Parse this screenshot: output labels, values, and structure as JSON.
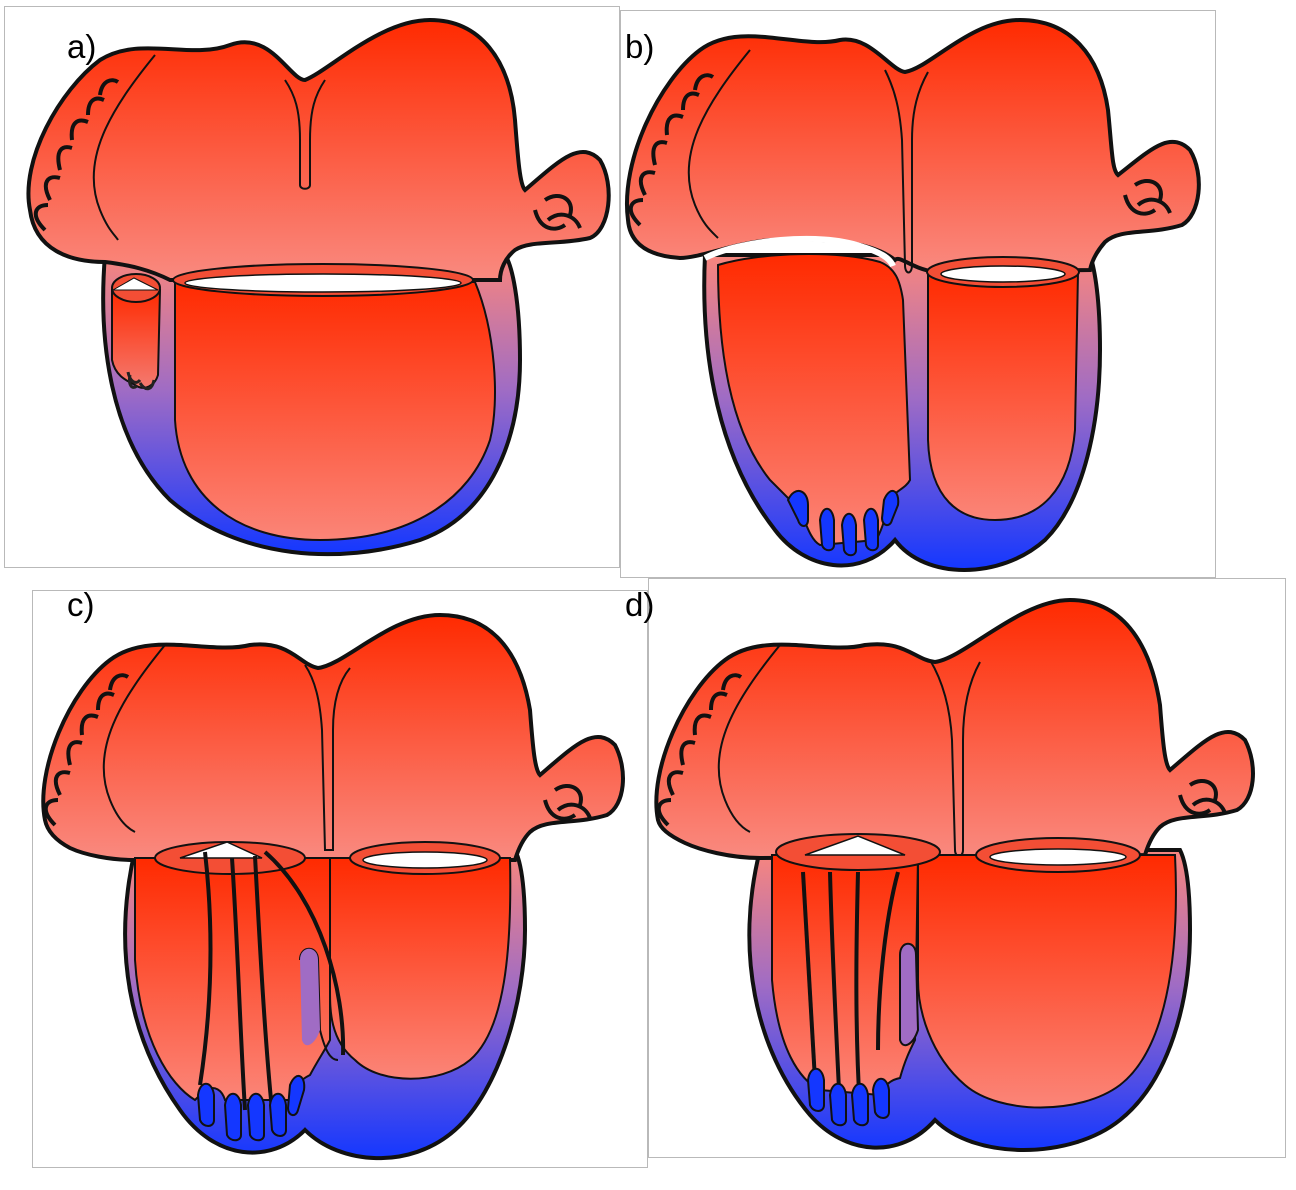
{
  "panels": [
    {
      "label": "a)",
      "stage": "a"
    },
    {
      "label": "b)",
      "stage": "b"
    },
    {
      "label": "c)",
      "stage": "c"
    },
    {
      "label": "d)",
      "stage": "d"
    }
  ],
  "colors": {
    "atrium_top": "#ff2a00",
    "atrium_bottom": "#f98a80",
    "wall_top": "#f9867d",
    "wall_bottom": "#1437ff",
    "ventricle_top": "#ff2a00",
    "ventricle_bottom": "#fb8578",
    "outline": "#111111",
    "valve_opening": "#ffffff"
  }
}
